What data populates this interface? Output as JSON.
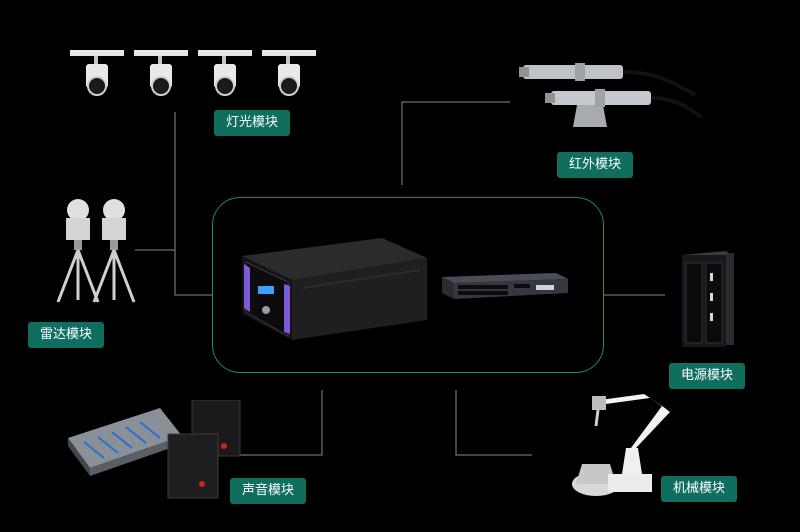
{
  "modules": {
    "lighting": "灯光模块",
    "infrared": "红外模块",
    "radar": "雷达模块",
    "power": "电源模块",
    "sound": "声音模块",
    "mechanical": "机械模块"
  },
  "colors": {
    "background": "#000000",
    "label_bg": "#0f6e5d",
    "hub_border": "#1d8a6a",
    "connector": "#8a8a8a"
  },
  "icons": {
    "lighting": "track-spotlights-icon",
    "infrared": "infrared-sensor-icon",
    "radar": "radar-tripod-icon",
    "power": "power-cabinet-icon",
    "sound": "audio-mixer-speakers-icon",
    "mechanical": "robot-arm-icon",
    "hub_server": "rack-server-icon",
    "hub_switch": "network-switch-icon"
  }
}
